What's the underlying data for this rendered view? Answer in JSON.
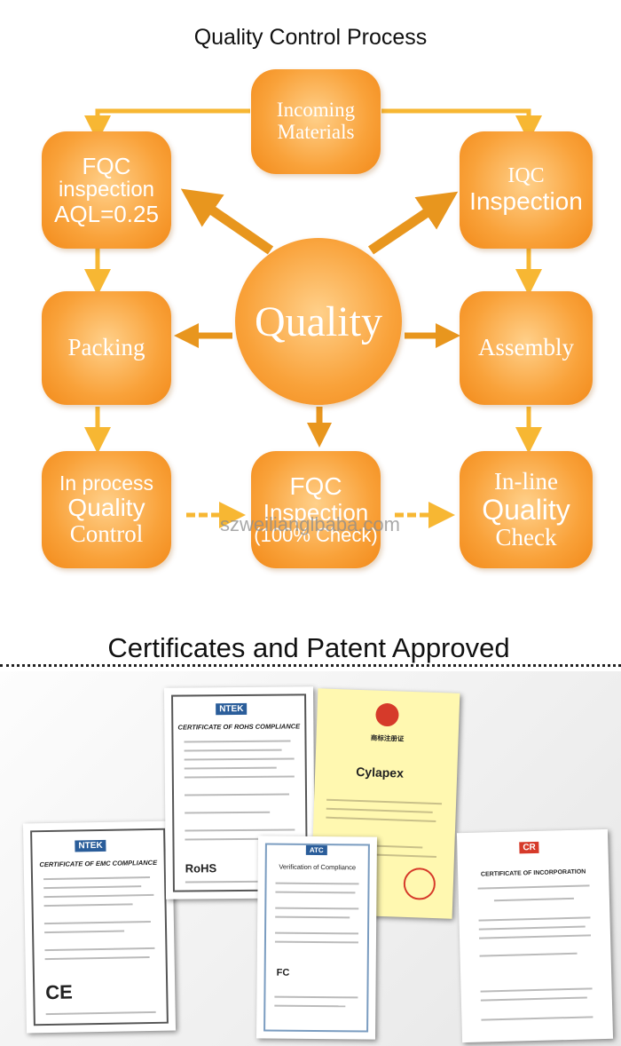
{
  "sections": {
    "qc_title": "Quality Control Process",
    "cert_title": "Certificates and Patent Approved"
  },
  "center": {
    "label": "Quality"
  },
  "nodes": {
    "incoming": {
      "line1": "Incoming",
      "line2": "Materials"
    },
    "iqc": {
      "line1": "IQC",
      "line2": "Inspection"
    },
    "fqc_aql": {
      "line1": "FQC",
      "line2": "inspection",
      "line3": "AQL=0.25"
    },
    "packing": {
      "line1": "Packing"
    },
    "assembly": {
      "line1": "Assembly"
    },
    "in_process": {
      "line1": "In process",
      "line2": "Quality",
      "line3": "Control"
    },
    "fqc_full": {
      "line1": "FQC",
      "line2": "Inspection",
      "line3": "(100% Check)"
    },
    "inline": {
      "line1": "In-line",
      "line2": "Quality",
      "line3": "Check"
    }
  },
  "watermark": "szweilianglbaba.com",
  "certificates": {
    "emc": {
      "brand": "NTEK",
      "title": "CERTIFICATE OF EMC COMPLIANCE",
      "mark": "CE"
    },
    "rohs": {
      "brand": "NTEK",
      "title": "CERTIFICATE OF ROHS COMPLIANCE",
      "mark": "RoHS"
    },
    "trademark": {
      "title": "商标注册证",
      "name": "Cylapex"
    },
    "verification": {
      "brand": "ATC",
      "title": "Verification of Compliance",
      "mark": "FC"
    },
    "incorporation": {
      "brand": "CR",
      "title": "CERTIFICATE OF INCORPORATION"
    }
  },
  "colors": {
    "box": "#f9a23a",
    "arrow": "#f7b733",
    "arrow_dark": "#e8961e"
  }
}
